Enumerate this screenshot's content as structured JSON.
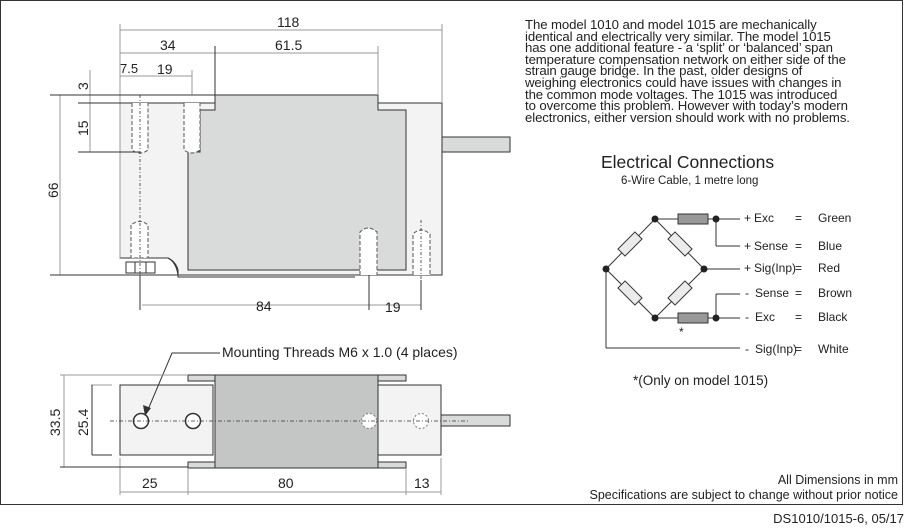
{
  "description_lines": [
    "The model 1010 and model 1015 are mechanically",
    "identical and electrically very similar. The model 1015",
    "has one additional feature - a ‘split’ or ‘balanced’ span",
    "temperature compensation network on either side of the",
    "strain gauge bridge. In the past, older designs of",
    "weighing electronics could have issues with changes in",
    "the common mode voltages. The 1015 was introduced",
    "to overcome this problem. However with today’s modern",
    "electronics, either version should work with no problems."
  ],
  "top_view": {
    "dimensions": {
      "overall_length": "118",
      "to_step": "34",
      "step_length": "61.5",
      "hole_offset": "7.5",
      "hole_pitch": "19",
      "top_offset": "3",
      "hole_depth": "15",
      "height": "66",
      "bottom_pitch": "84",
      "bottom_end_pitch": "19"
    }
  },
  "side_view": {
    "callout": "Mounting Threads M6 x 1.0 (4 places)",
    "dimensions": {
      "outer_height": "33.5",
      "inner_height": "25.4",
      "left_length": "25",
      "center_length": "80",
      "right_length": "13"
    }
  },
  "electrical": {
    "title": "Electrical Connections",
    "subtitle": "6-Wire Cable, 1 metre long",
    "wires": [
      {
        "sign": "+",
        "name": "Exc",
        "eq": "=",
        "color": "Green"
      },
      {
        "sign": "+",
        "name": "Sense",
        "eq": "=",
        "color": "Blue"
      },
      {
        "sign": "+",
        "name": "Sig(Inp)",
        "eq": "=",
        "color": "Red"
      },
      {
        "sign": "-",
        "name": "Sense",
        "eq": "=",
        "color": "Brown"
      },
      {
        "sign": "-",
        "name": "Exc",
        "eq": "=",
        "color": "Black"
      },
      {
        "sign": "-",
        "name": "Sig(Inp)",
        "eq": "=",
        "color": "White"
      }
    ],
    "resistor_mark": "*",
    "note": "*(Only on model 1015)"
  },
  "footer": {
    "units": "All Dimensions  in mm",
    "disclaimer": "Specifications are subject to change without prior notice",
    "doc_ref": "DS1010/1015-6, 05/17"
  },
  "colors": {
    "body_light": "#f3f3f3",
    "body_mid": "#d9dada",
    "body_dark": "#c4c5c5",
    "resistor": "#999999",
    "line": "#333333",
    "dim_line": "#999999"
  }
}
